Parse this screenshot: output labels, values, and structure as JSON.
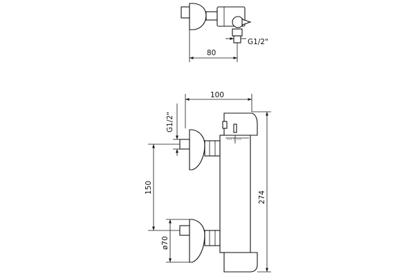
{
  "drawing": {
    "top_view": {
      "thread_label": "G1/2\"",
      "depth_label": "80"
    },
    "front_view": {
      "width_label": "100",
      "thread_label": "G1/2\"",
      "spacing_label": "150",
      "diameter_label": "ø70",
      "height_label": "274",
      "dial_markings": "∙∙∙ ○ ∙∙∙"
    }
  }
}
